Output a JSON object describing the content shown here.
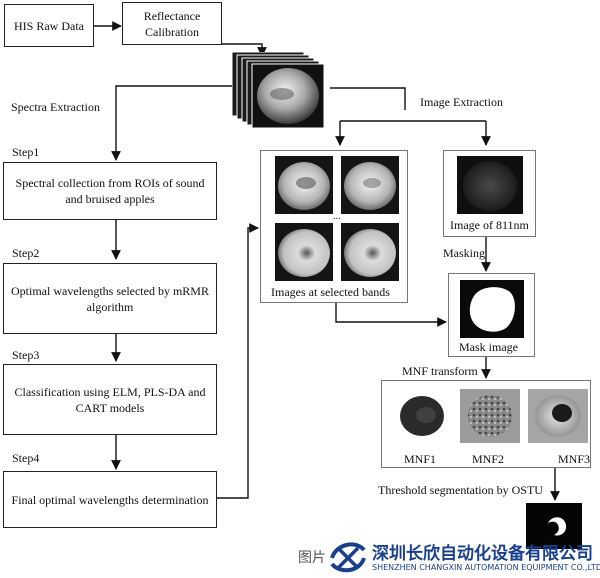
{
  "boxes": {
    "his_raw_data": "HIS Raw Data",
    "reflectance_calibration": "Reflectance Calibration",
    "step1_text": "Spectral collection from ROIs of sound and bruised apples",
    "step2_text": "Optimal wavelengths selected by mRMR algorithm",
    "step3_text": "Classification  using ELM, PLS-DA and CART models",
    "step4_text": "Final optimal wavelengths determination"
  },
  "labels": {
    "spectra_extraction": "Spectra Extraction",
    "image_extraction": "Image Extraction",
    "step1": "Step1",
    "step2": "Step2",
    "step3": "Step3",
    "step4": "Step4",
    "ellipsis": "...",
    "images_at_selected_bands": "Images at selected bands",
    "image_811": "Image of 811nm",
    "masking": "Masking",
    "mask_image": "Mask image",
    "mnf_transform": "MNF transform",
    "mnf1": "MNF1",
    "mnf2": "MNF2",
    "mnf3": "MNF3",
    "threshold": "Threshold segmentation by OSTU"
  },
  "watermark": {
    "prefix": "图片",
    "company_cn": "深圳长欣自动化设备有限公司",
    "company_en": "SHENZHEN CHANGXIN AUTOMATION EQUIPMENT CO.,LTD"
  },
  "colors": {
    "line": "#111111",
    "frame": "#777777",
    "watermark_blue": "#1a3f8c"
  }
}
